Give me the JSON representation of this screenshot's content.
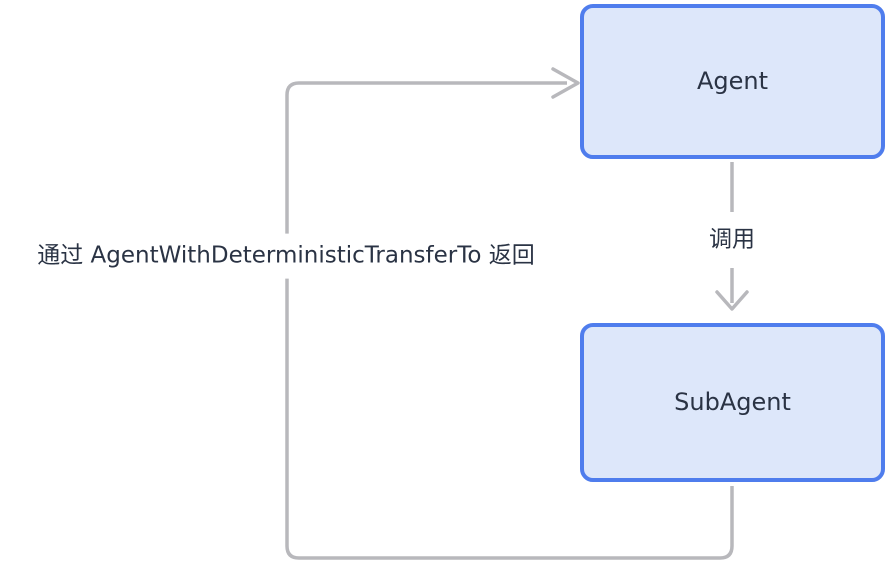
{
  "diagram": {
    "title": "",
    "type": "flowchart",
    "nodes": [
      {
        "id": "agent",
        "label": "Agent"
      },
      {
        "id": "subagent",
        "label": "SubAgent"
      }
    ],
    "edges": [
      {
        "from": "agent",
        "to": "subagent",
        "label": "调用",
        "style": "arrow-down"
      },
      {
        "from": "subagent",
        "to": "agent",
        "label": "通过 AgentWithDeterministicTransferTo 返回",
        "style": "loop-left-arrow-right"
      }
    ],
    "colors": {
      "node_fill": "#dde7fa",
      "node_border": "#4f7ded",
      "edge_line": "#b8b8bc",
      "text": "#2a3344",
      "background": "#ffffff"
    }
  }
}
